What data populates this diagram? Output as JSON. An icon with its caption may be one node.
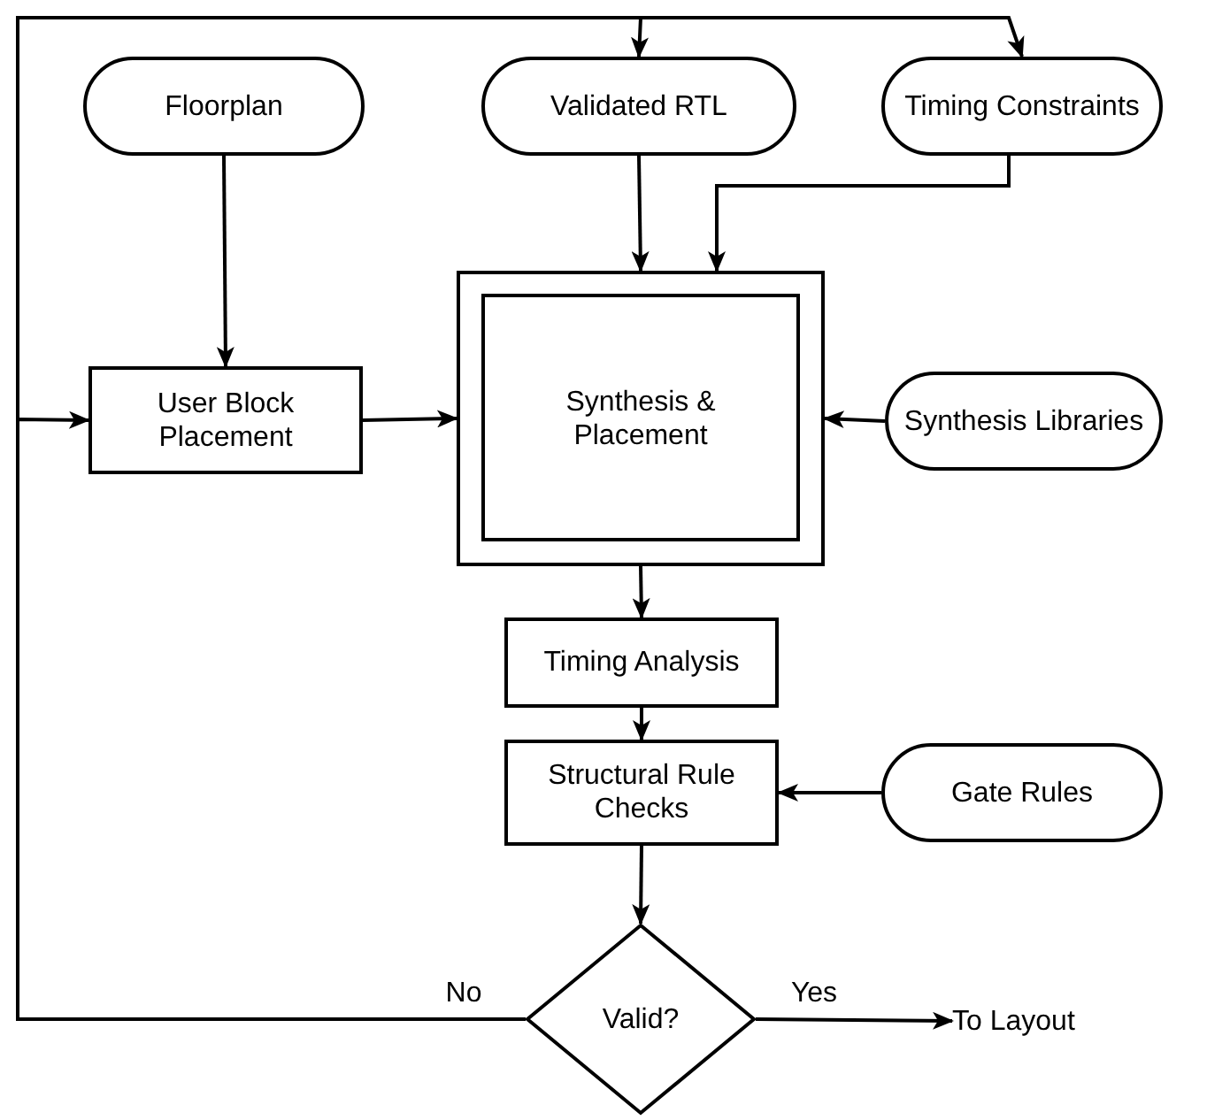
{
  "diagram": {
    "nodes": [
      {
        "text": [
          "Floorplan"
        ]
      },
      {
        "text": [
          "Validated RTL"
        ]
      },
      {
        "text": [
          "Timing Constraints"
        ]
      },
      {
        "text": [
          "User Block Placement"
        ]
      },
      {
        "text": [
          "Synthesis & Placement"
        ]
      },
      {
        "text": [
          "Synthesis Libraries"
        ]
      },
      {
        "text": [
          "Timing Analysis"
        ]
      },
      {
        "text": [
          "Structural Rule Checks"
        ]
      },
      {
        "text": [
          "Gate Rules"
        ]
      },
      {
        "text": [
          "Valid?"
        ]
      },
      {
        "text": [
          "To Layout"
        ]
      }
    ],
    "edges": [
      {
        "from": 9,
        "to": 3,
        "arrow": "to",
        "label": "No"
      },
      {
        "from": 9,
        "to": 1,
        "arrow": "to"
      },
      {
        "from": 9,
        "to": 2,
        "arrow": "to"
      },
      {
        "from": 0,
        "to": 3,
        "arrow": "to"
      },
      {
        "from": 1,
        "to": 4,
        "arrow": "to"
      },
      {
        "from": 2,
        "to": 4,
        "arrow": "to"
      },
      {
        "from": 3,
        "to": 4,
        "arrow": "to"
      },
      {
        "from": 5,
        "to": 4,
        "arrow": "to"
      },
      {
        "from": 4,
        "to": 6,
        "arrow": "to"
      },
      {
        "from": 6,
        "to": 7,
        "arrow": "to"
      },
      {
        "from": 8,
        "to": 7,
        "arrow": "to"
      },
      {
        "from": 7,
        "to": 9,
        "arrow": "to"
      },
      {
        "from": 9,
        "to": 10,
        "arrow": "to",
        "label": "Yes"
      }
    ]
  }
}
